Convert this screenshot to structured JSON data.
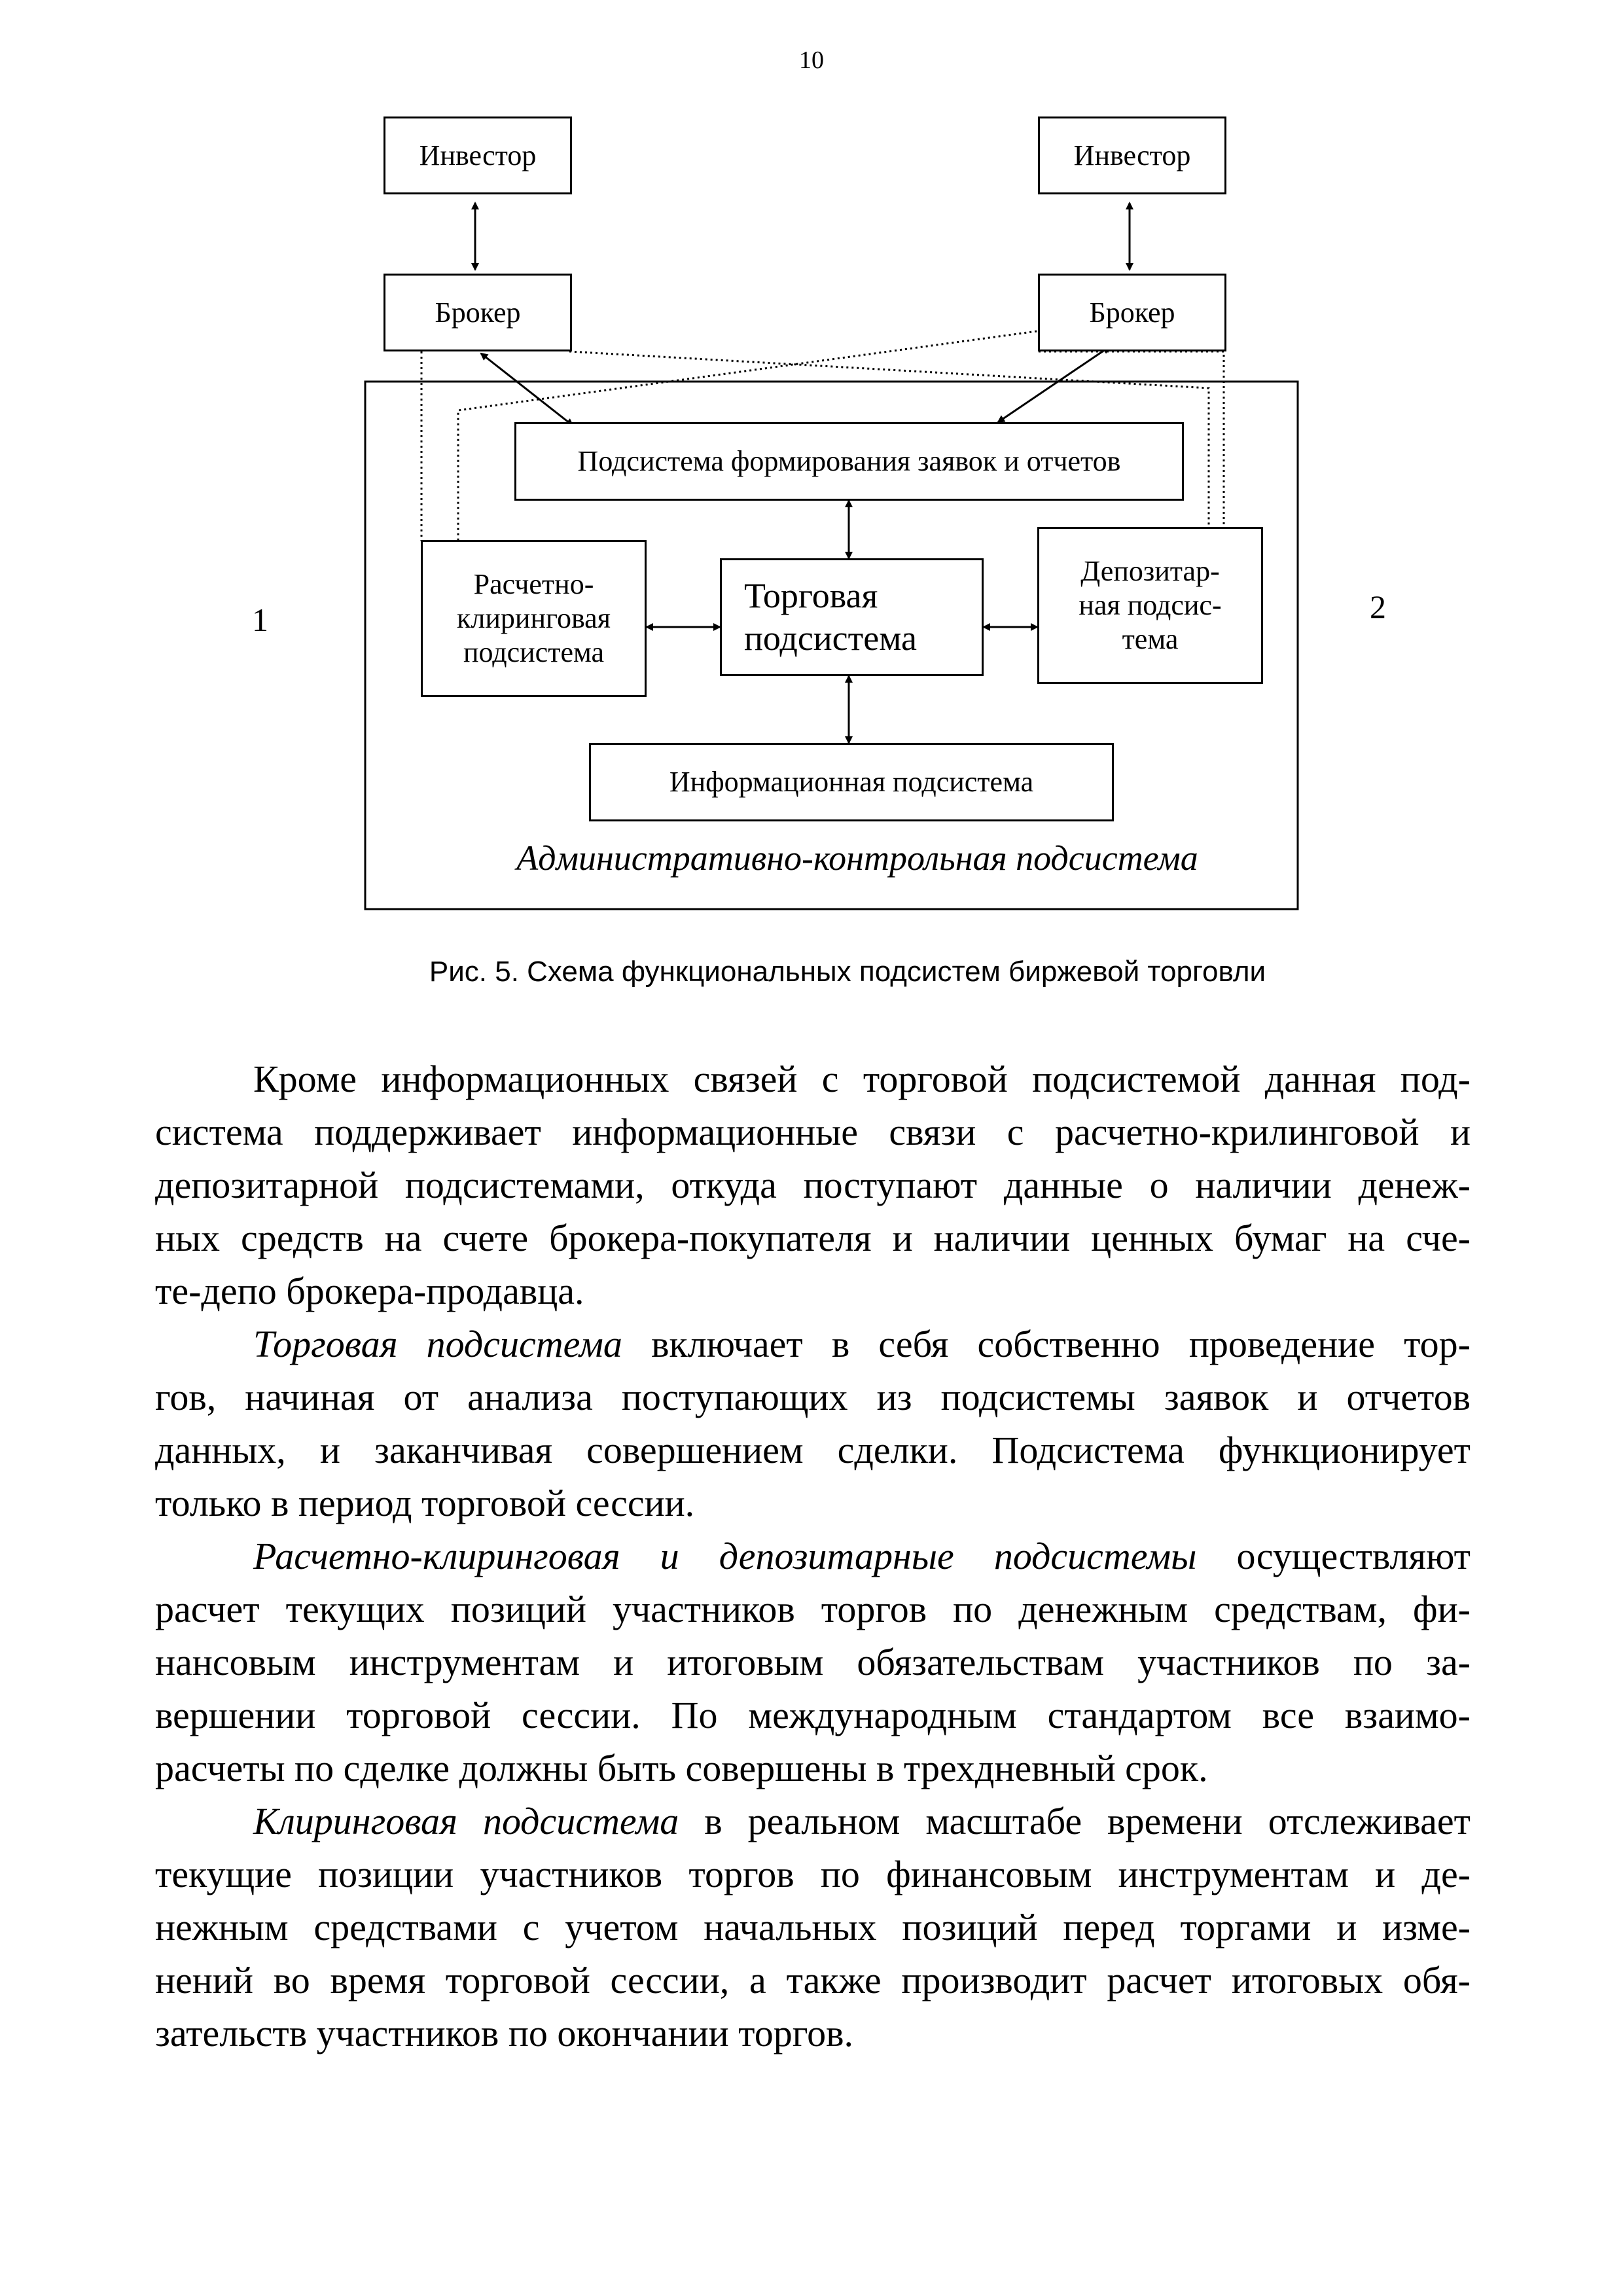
{
  "page_number": "10",
  "diagram": {
    "investor_left": "Инвестор",
    "investor_right": "Инвестор",
    "broker_left": "Брокер",
    "broker_right": "Брокер",
    "orders_subsystem": "Подсистема формирования заявок и отчетов",
    "clearing_subsystem": [
      "Расчетно-",
      "клиринговая",
      "подсистема"
    ],
    "trading_subsystem": [
      "Торговая",
      "подсистема"
    ],
    "depository_subsystem": [
      "Депозитар-",
      "ная подсис-",
      "тема"
    ],
    "info_subsystem": "Информационная подсистема",
    "admin_subsystem": "Административно-контрольная подсистема",
    "label_left": "1",
    "label_right": "2"
  },
  "caption": "Рис. 5. Схема функциональных подсистем биржевой торговли",
  "paragraphs": [
    {
      "lines": [
        "Кроме информационных связей с торговой подсистемой данная под-",
        "система поддерживает информационные связи с расчетно-крилинговой и",
        "депозитарной подсистемами, откуда поступают данные о наличии денеж-",
        "ных средств на счете брокера-покупателя и наличии ценных бумаг на сче-",
        "те-депо брокера-продавца."
      ]
    },
    {
      "italic_lead": "Торговая подсистема",
      "lines": [
        " включает в себя собственно проведение тор-",
        "гов, начиная от анализа поступающих из подсистемы заявок и отчетов",
        "данных, и заканчивая совершением сделки. Подсистема функционирует",
        "только в период торговой сессии."
      ]
    },
    {
      "italic_lead": "Расчетно-клиринговая и депозитарные подсистемы",
      "lines": [
        " осуществляют",
        "расчет текущих позиций участников торгов по денежным средствам, фи-",
        "нансовым инструментам и итоговым обязательствам участников по за-",
        "вершении торговой сессии. По международным стандартом все взаимо-",
        "расчеты по сделке должны быть совершены в трехдневный срок."
      ]
    },
    {
      "italic_lead": "Клиринговая подсистема",
      "lines": [
        " в реальном масштабе времени отслеживает",
        "текущие позиции участников торгов по финансовым инструментам и де-",
        "нежным средствами с учетом начальных позиций перед торгами и изме-",
        "нений во время торговой сессии, а также производит расчет итоговых обя-",
        "зательств участников по окончании торгов."
      ]
    }
  ]
}
